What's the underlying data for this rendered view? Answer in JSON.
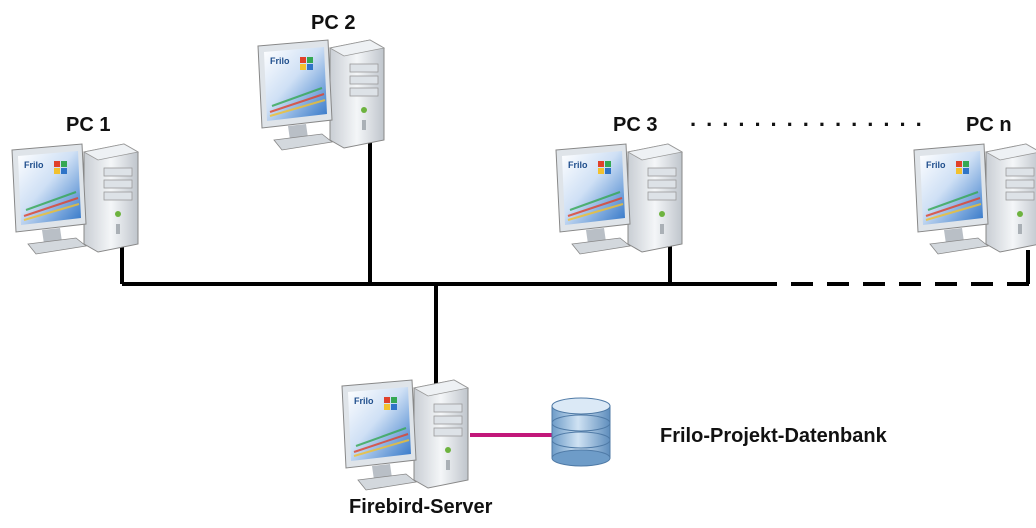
{
  "nodes": {
    "pc1": {
      "label": "PC 1"
    },
    "pc2": {
      "label": "PC 2"
    },
    "pc3": {
      "label": "PC 3"
    },
    "pcn": {
      "label": "PC n"
    },
    "server": {
      "label": "Firebird-Server"
    },
    "database": {
      "label": "Frilo-Projekt-Datenbank"
    }
  },
  "ellipsis": "...............",
  "screen_logo": {
    "brand": "Frilo"
  },
  "colors": {
    "network_line": "#000000",
    "db_link": "#c2187a",
    "monitor_frame": "#d7dde3",
    "case": "#e9ecef",
    "database": "#8ab4d8"
  }
}
